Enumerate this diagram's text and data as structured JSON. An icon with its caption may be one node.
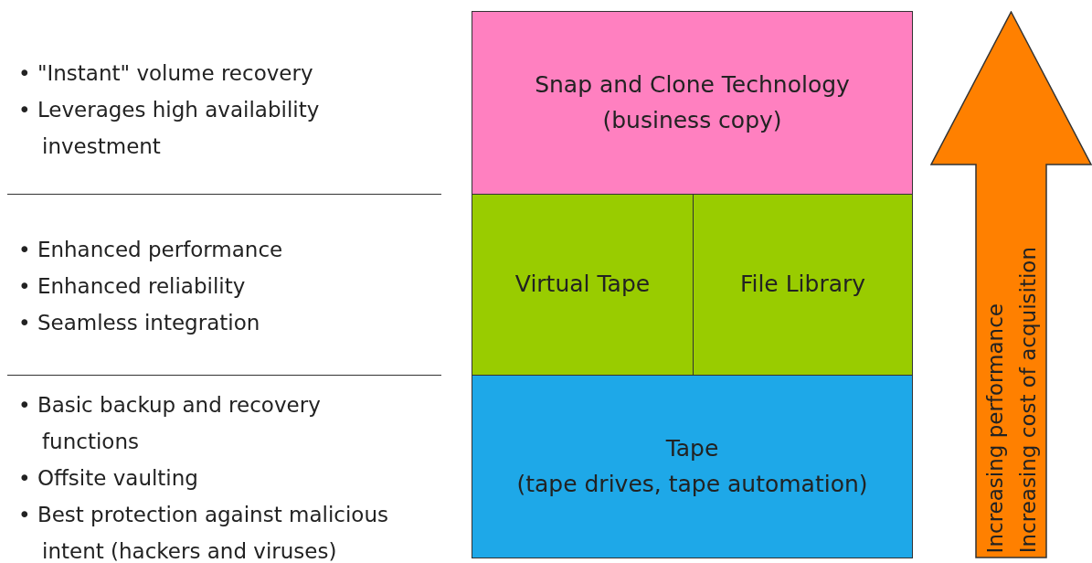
{
  "diagram": {
    "nodes": [
      {
        "text": [
          "Snap and Clone Technology (business copy)"
        ]
      },
      {
        "text": [
          "Virtual Tape"
        ]
      },
      {
        "text": [
          "File Library"
        ]
      },
      {
        "text": [
          "Tape",
          "(tape drives, tape automation)"
        ]
      },
      {
        "text": [
          "Increasing performance",
          "Increasing cost of acquisition"
        ]
      }
    ],
    "edges": [],
    "labels": [
      "• \"Instant\" volume recovery",
      "• Leverages high availability investment",
      "• Enhanced performance",
      "• Enhanced reliability",
      "• Seamless integration",
      "• Basic backup and recovery functions",
      "• Offsite vaulting",
      "• Best protection against malicious intent (hackers and viruses)"
    ]
  }
}
